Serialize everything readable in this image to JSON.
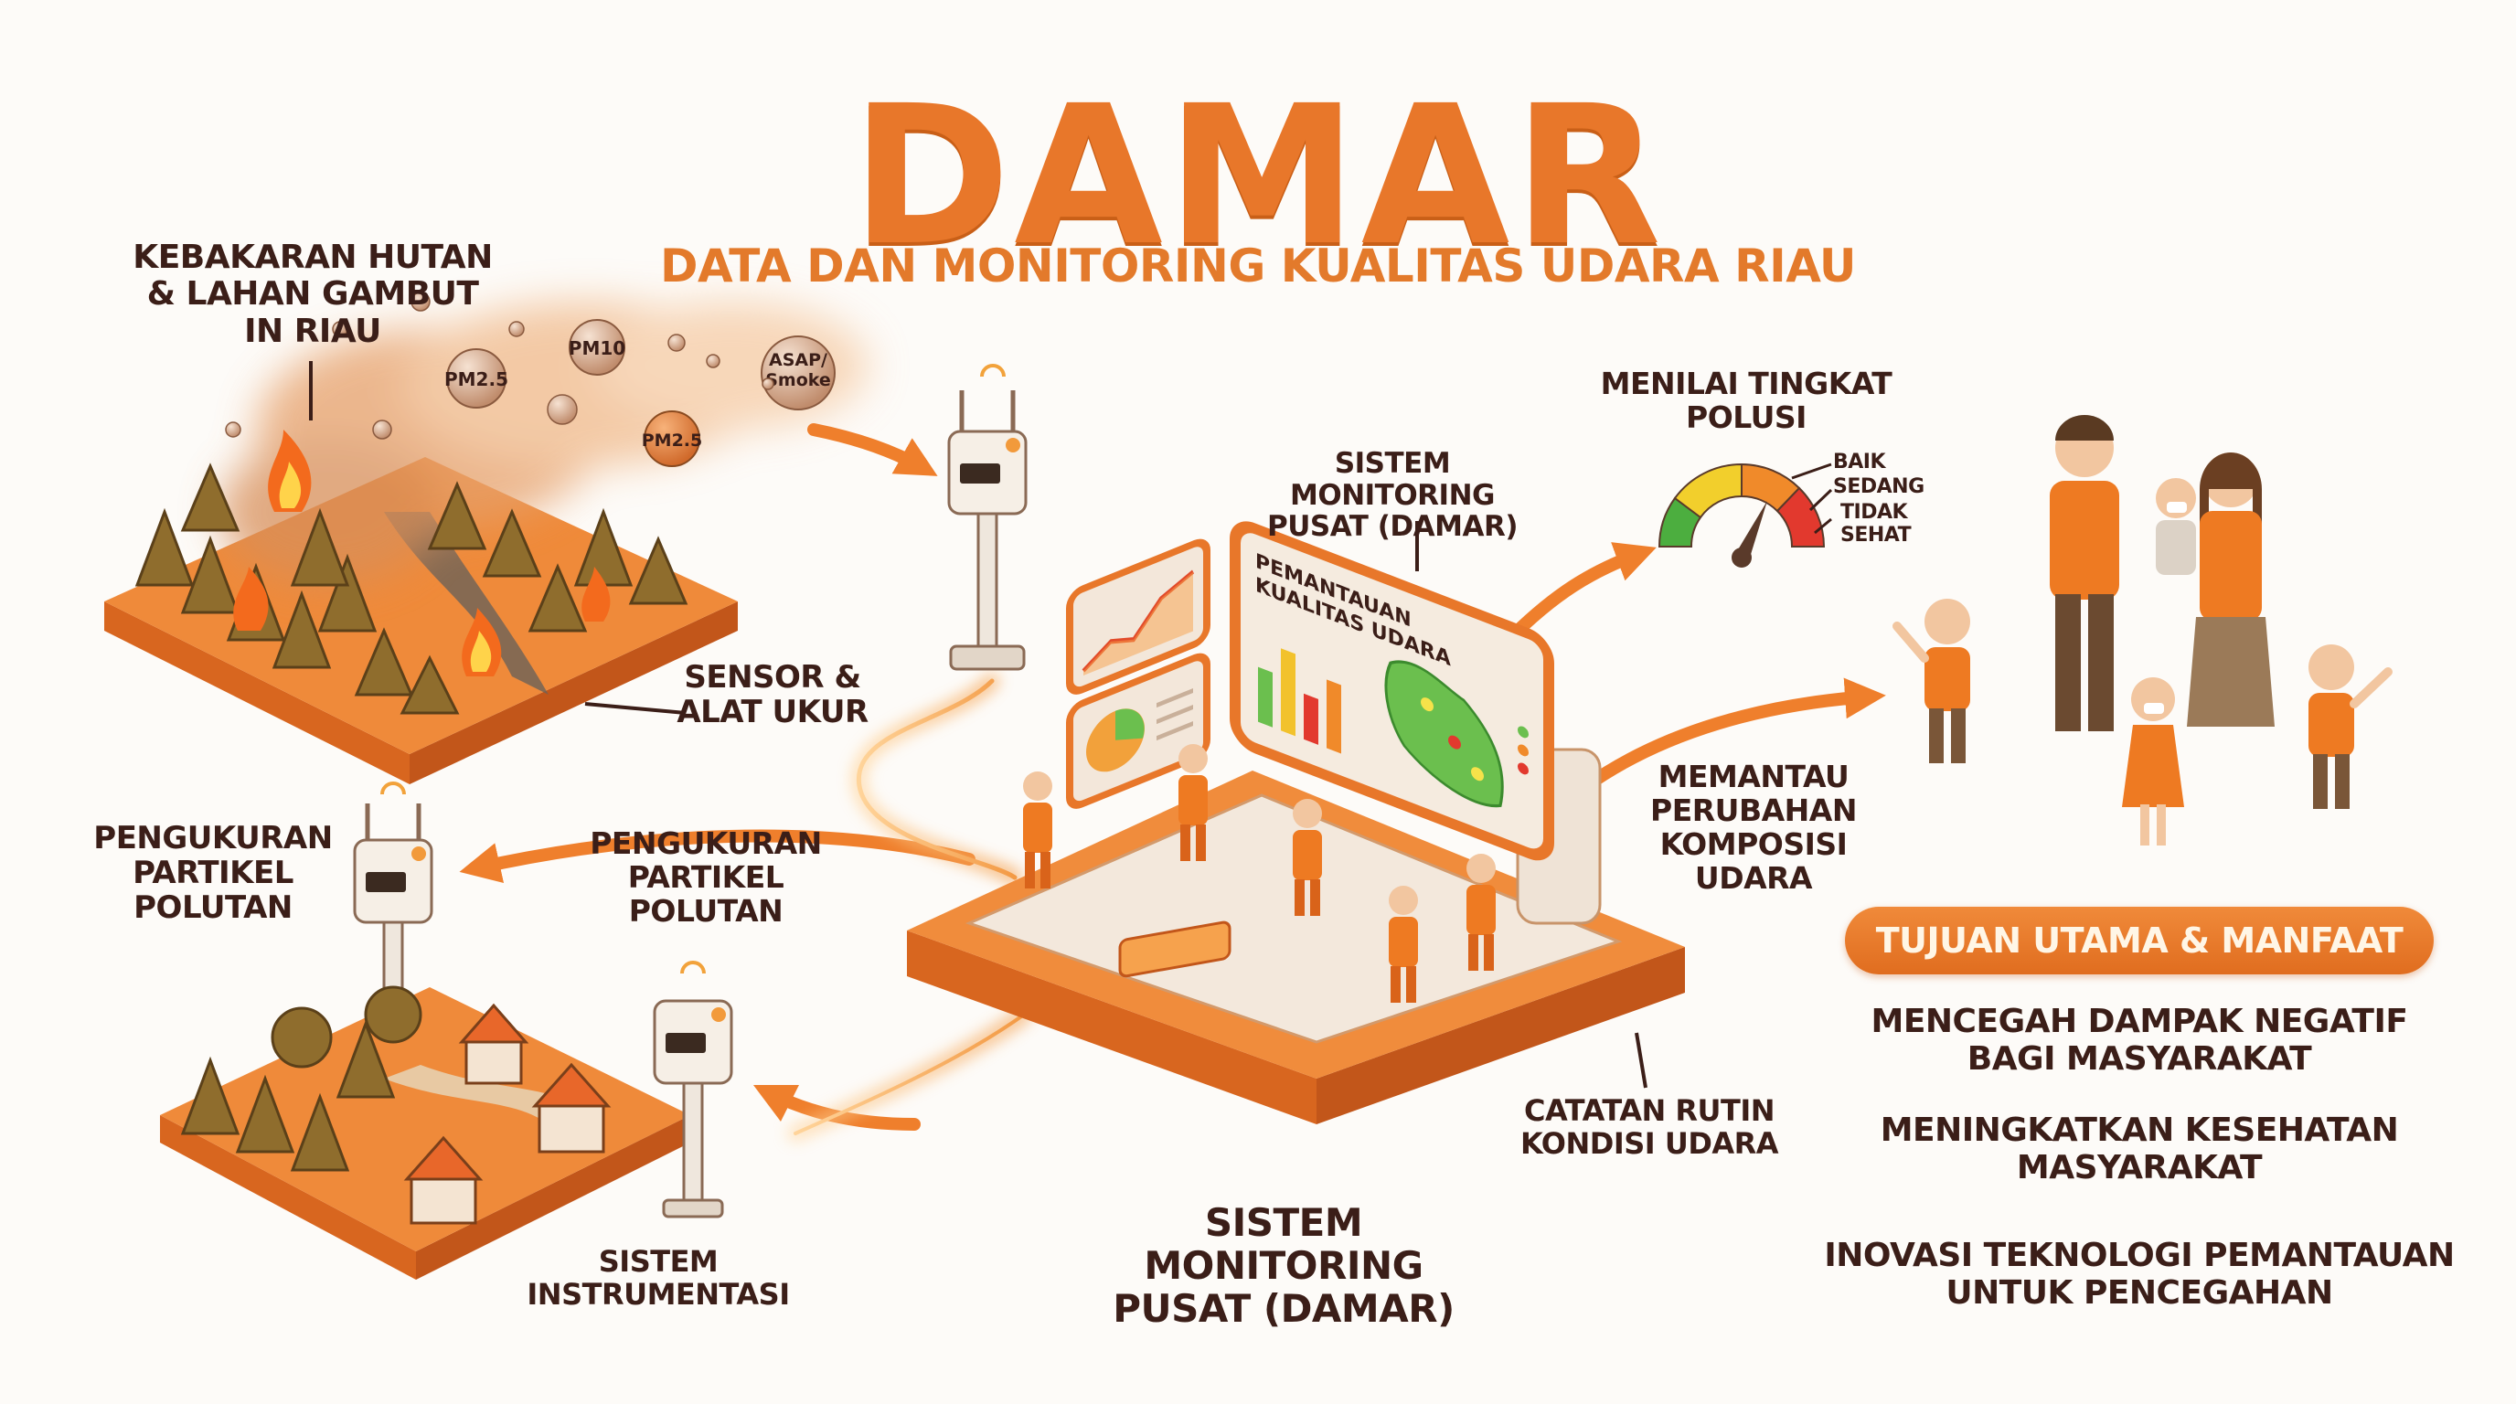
{
  "header": {
    "title": "DAMAR",
    "subtitle": "DATA DAN MONITORING KUALITAS UDARA RIAU"
  },
  "labels": {
    "fire": "KEBAKARAN HUTAN\n& LAHAN GAMBUT\nIN RIAU",
    "sensor": "SENSOR &\nALAT UKUR",
    "measure_left": "PENGUKURAN\nPARTIKEL\nPOLUTAN",
    "measure_mid": "PENGUKURAN\nPARTIKEL\nPOLUTAN",
    "instrumentation": "SISTEM\nINSTRUMENTASI",
    "central_top": "SISTEM MONITORING\nPUSAT (DAMAR)",
    "central_bottom": "SISTEM MONITORING\nPUSAT (DAMAR)",
    "assess": "MENILAI TINGKAT\nPOLUSI",
    "monitor_change": "MEMANTAU\nPERUBAHAN\nKOMPOSISI\nUDARA",
    "routine": "CATATAN RUTIN\nKONDISI UDARA"
  },
  "particles": {
    "p1": "PM2.5",
    "p2": "PM10",
    "p3_line1": "ASAP/",
    "p3_line2": "Smoke",
    "p4": "PM2.5"
  },
  "screen": {
    "title_line1": "PEMANTAUAN",
    "title_line2": "KUALITAS UDARA"
  },
  "gauge": {
    "levels": [
      "BAIK",
      "SEDANG",
      "TIDAK\nSEHAT"
    ],
    "colors": [
      "#4cae3f",
      "#f2cf2c",
      "#f08a2a",
      "#e2392e"
    ]
  },
  "benefits": {
    "heading": "TUJUAN UTAMA & MANFAAT",
    "items": [
      "MENCEGAH DAMPAK NEGATIF\nBAGI MASYARAKAT",
      "MENINGKATKAN KESEHATAN\nMASYARAKAT",
      "INOVASI TEKNOLOGI PEMANTAUAN\nUNTUK PENCEGAHAN"
    ]
  },
  "colors": {
    "accent": "#e8772a",
    "text": "#3b1e18"
  }
}
